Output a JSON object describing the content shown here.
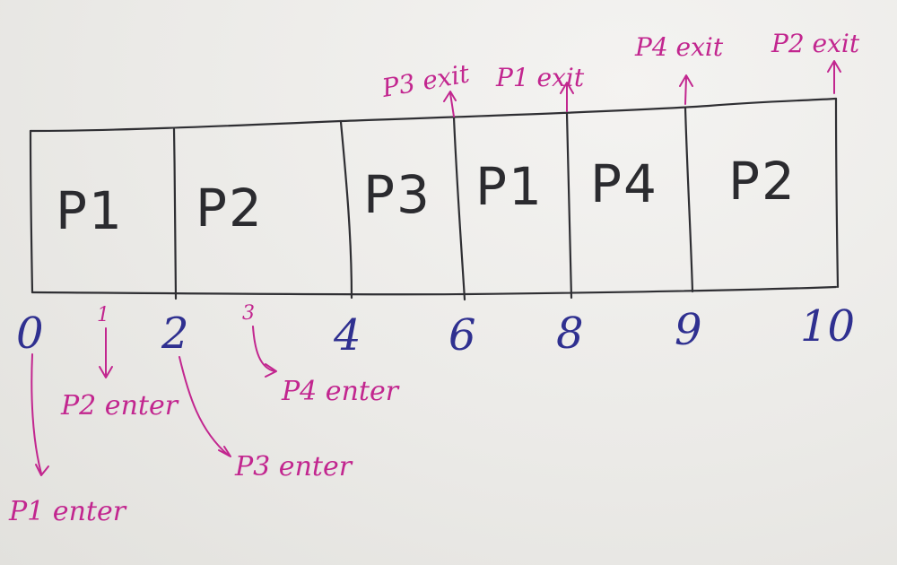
{
  "diagram": {
    "type": "gantt-chart",
    "ink_colors": {
      "boxes": "#2f2f33",
      "time_marks": "#2e2f8f",
      "events": "#c2268f"
    },
    "slots": [
      {
        "label": "P1",
        "start": 0,
        "end": 2
      },
      {
        "label": "P2",
        "start": 2,
        "end": 4
      },
      {
        "label": "P3",
        "start": 4,
        "end": 6
      },
      {
        "label": "P1",
        "start": 6,
        "end": 8
      },
      {
        "label": "P4",
        "start": 8,
        "end": 9
      },
      {
        "label": "P2",
        "start": 9,
        "end": 10
      }
    ],
    "time_marks": [
      "0",
      "2",
      "4",
      "6",
      "8",
      "9",
      "10"
    ],
    "arrival_ticks": [
      "1",
      "3"
    ],
    "arrivals": [
      {
        "label": "P1 enter",
        "time": 0
      },
      {
        "label": "P2 enter",
        "time": 1
      },
      {
        "label": "P3 enter",
        "time": 2
      },
      {
        "label": "P4 enter",
        "time": 3
      }
    ],
    "exits": [
      {
        "label": "P3 exit",
        "time": 6
      },
      {
        "label": "P1 exit",
        "time": 8
      },
      {
        "label": "P4 exit",
        "time": 9
      },
      {
        "label": "P2 exit",
        "time": 10
      }
    ]
  }
}
